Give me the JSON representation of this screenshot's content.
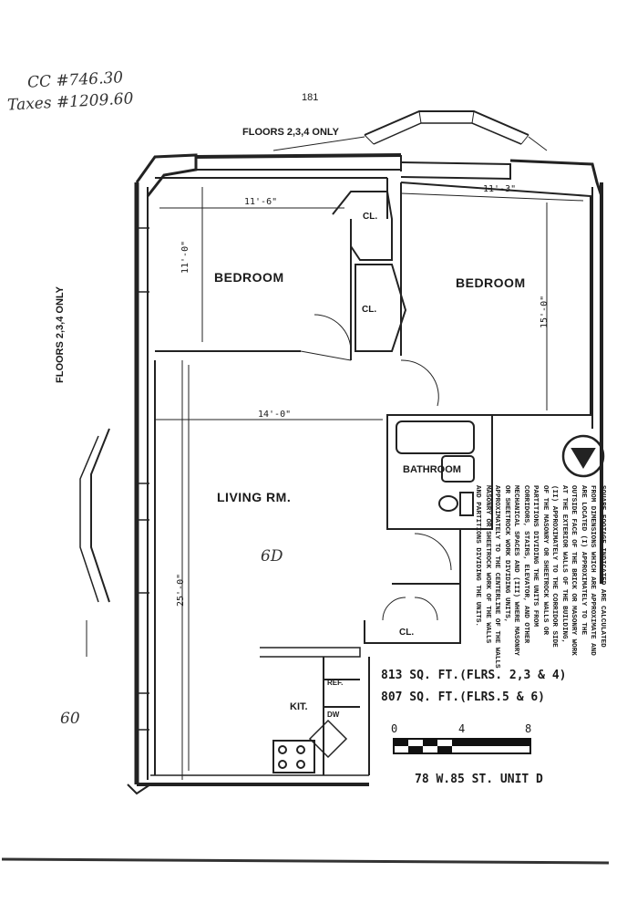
{
  "handwriting": {
    "cc": "CC #746.30",
    "taxes": "Taxes #1209.60",
    "margin_note": "60",
    "center_note": "6D"
  },
  "page_number": "181",
  "floors_label": "FLOORS 2,3,4 ONLY",
  "floors_label_side": "FLOORS 2,3,4 ONLY",
  "rooms": {
    "bedroom_left": "BEDROOM",
    "bedroom_right": "BEDROOM",
    "living": "LIVING RM.",
    "bathroom": "BATHROOM",
    "kitchen": "KIT.",
    "closet_1": "CL.",
    "closet_2": "CL.",
    "closet_3": "CL.",
    "ref": "REF.",
    "dw": "DW"
  },
  "dimensions": {
    "bed_left_width": "11'-6\"",
    "bed_left_depth": "11'-0\"",
    "bed_right_width": "11'-3\"",
    "bed_right_depth": "15'-0\"",
    "living_width": "14'-0\"",
    "living_depth": "25'-0\""
  },
  "sqft": {
    "line1": "813 SQ. FT.(FLRS. 2,3 & 4)",
    "line2": "807 SQ. FT.(FLRS.5 & 6)"
  },
  "scale": {
    "labels": [
      "0",
      "4",
      "8"
    ]
  },
  "address": "78 W.85 ST. UNIT D",
  "notes": [
    "SQUARE FOOTAGE INDICATED ARE CALCULATED",
    "FROM DIMENSIONS WHICH ARE APPROXIMATE AND",
    "ARE LOCATED (I) APPROXIMATELY TO THE",
    "OUTSIDE FACE OF THE BRICK OR MASONRY WORK",
    "AT THE EXTERIOR WALLS OF THE BUILDING,",
    "(II) APPROXIMATELY TO THE CORRIDOR SIDE",
    "OF THE MASONRY OR SHEETROCK WALLS OR",
    "PARTITIONS DIVIDING THE UNITS FROM",
    "CORRIDORS, STAIRS, ELEVATOR, AND OTHER",
    "MECHANICAL SPACES AND (III) WHERE MASONRY",
    "OR SHEETROCK WORK DIVIDING UNITS,",
    "APPROXIMATELY TO THE CENTERLINE OF THE WALLS",
    "MASONRY OR SHEETROCK WORK OF THE WALLS",
    "AND PARTITIONS DIVIDING THE UNITS."
  ]
}
